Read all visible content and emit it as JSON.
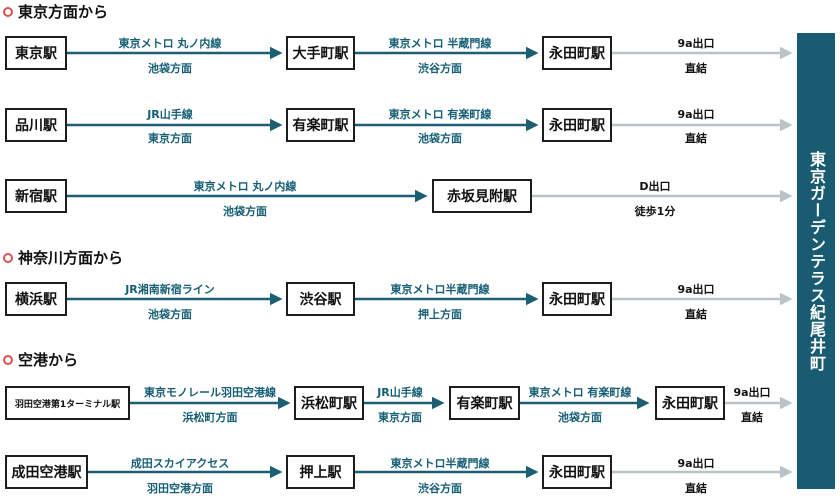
{
  "destination": "東京ガーデンテラス紀尾井町",
  "sections": {
    "tokyo": {
      "title": "東京方面から"
    },
    "kanagawa": {
      "title": "神奈川方面から"
    },
    "airport": {
      "title": "空港から"
    }
  },
  "routes": [
    {
      "stations": [
        "東京駅",
        "大手町駅",
        "永田町駅"
      ],
      "legs": [
        {
          "line": "東京メトロ 丸ノ内線",
          "direction": "池袋方面"
        },
        {
          "line": "東京メトロ 半蔵門線",
          "direction": "渋谷方面"
        }
      ],
      "exit": "9a出口",
      "access": "直結"
    },
    {
      "stations": [
        "品川駅",
        "有楽町駅",
        "永田町駅"
      ],
      "legs": [
        {
          "line": "JR山手線",
          "direction": "東京方面"
        },
        {
          "line": "東京メトロ 有楽町線",
          "direction": "池袋方面"
        }
      ],
      "exit": "9a出口",
      "access": "直結"
    },
    {
      "stations": [
        "新宿駅",
        "赤坂見附駅"
      ],
      "legs": [
        {
          "line": "東京メトロ 丸ノ内線",
          "direction": "池袋方面"
        }
      ],
      "exit": "D出口",
      "access": "徒歩1分"
    },
    {
      "stations": [
        "横浜駅",
        "渋谷駅",
        "永田町駅"
      ],
      "legs": [
        {
          "line": "JR湘南新宿ライン",
          "direction": "池袋方面"
        },
        {
          "line": "東京メトロ半蔵門線",
          "direction": "押上方面"
        }
      ],
      "exit": "9a出口",
      "access": "直結"
    },
    {
      "stations": [
        "羽田空港第1ターミナル駅",
        "浜松町駅",
        "有楽町駅",
        "永田町駅"
      ],
      "legs": [
        {
          "line": "東京モノレール羽田空港線",
          "direction": "浜松町方面"
        },
        {
          "line": "JR山手線",
          "direction": "東京方面"
        },
        {
          "line": "東京メトロ 有楽町線",
          "direction": "池袋方面"
        }
      ],
      "exit": "9a出口",
      "access": "直結"
    },
    {
      "stations": [
        "成田空港駅",
        "押上駅",
        "永田町駅"
      ],
      "legs": [
        {
          "line": "成田スカイアクセス",
          "direction": "羽田空港方面"
        },
        {
          "line": "東京メトロ半蔵門線",
          "direction": "渋谷方面"
        }
      ],
      "exit": "9a出口",
      "access": "直結"
    }
  ],
  "colors": {
    "route_arrow": "#1c5f73",
    "final_arrow": "#b9c2c6",
    "destination_bg": "#195b70",
    "section_marker": "#d9534f"
  }
}
